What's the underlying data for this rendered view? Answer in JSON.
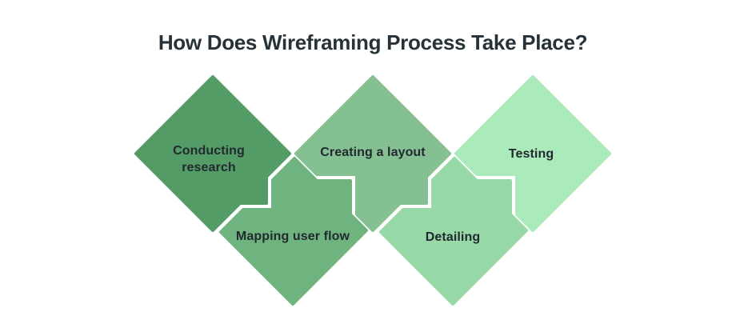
{
  "title": {
    "text": "How Does Wireframing Process Take Place?",
    "color": "#263238"
  },
  "label_color": "#22292f",
  "background": "#ffffff",
  "steps": [
    {
      "label": "Conducting research",
      "lines": [
        "Conducting",
        "research"
      ],
      "color": "#549c66"
    },
    {
      "label": "Mapping user flow",
      "lines": [
        "Mapping user flow"
      ],
      "color": "#6fb47e"
    },
    {
      "label": "Creating a layout",
      "lines": [
        "Creating a layout"
      ],
      "color": "#84c092"
    },
    {
      "label": "Detailing",
      "lines": [
        "Detailing"
      ],
      "color": "#98d9a8"
    },
    {
      "label": "Testing",
      "lines": [
        "Testing"
      ],
      "color": "#aaeabb"
    }
  ]
}
